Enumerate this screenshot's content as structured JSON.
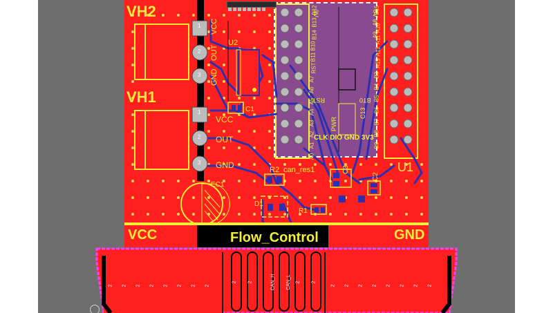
{
  "canvas": {
    "background": "#6e6e6e",
    "board_color": "#ff1f1f",
    "silk_color": "#f2ee3a",
    "trace_color": "#2b2fb0",
    "outline_color": "#ff3cff"
  },
  "connectors": {
    "vh2": {
      "ref": "VH2",
      "pin_labels": [
        "VCC",
        "OUT",
        "GND"
      ],
      "pad_numbers": [
        "1",
        "2",
        "3"
      ]
    },
    "vh1": {
      "ref": "VH1",
      "pin_labels": [
        "VCC",
        "OUT",
        "GND"
      ],
      "pad_numbers": [
        "1",
        "2",
        "3"
      ]
    }
  },
  "components": {
    "u1": "U1",
    "u2": "U2",
    "c1": "C1",
    "c2": "C2",
    "c3": "C3",
    "c13": "C13",
    "r1": "R1",
    "r2": "R2",
    "can_res": "can_res1",
    "d1": "D1",
    "ec1": "EC1"
  },
  "mcu_module": {
    "left_top_labels": [
      "B12",
      "B13",
      "B14"
    ],
    "right_top_labels": [
      "B15",
      "A8",
      "A9"
    ],
    "pin_labels": [
      "B10",
      "B11",
      "RST",
      "A7",
      "A6",
      "A5",
      "A4",
      "A3",
      "A2",
      "A1",
      "A0"
    ],
    "right_pin_labels": [
      "A10",
      "A11",
      "A12",
      "A15",
      "B3",
      "B4",
      "B5",
      "B6",
      "B7",
      "B8",
      "B9"
    ],
    "header_top": [
      "5V",
      "3V"
    ],
    "rst": "RST",
    "bt0": "BT0",
    "pwr": "PWR",
    "swd": "CLK DIO GND 3V3"
  },
  "bottom_bar": {
    "vcc": "VCC",
    "title": "Flow_Control",
    "gnd": "GND"
  },
  "edge_connector": {
    "left_pads": [
      "2",
      "2",
      "2",
      "2",
      "2",
      "2",
      "2",
      "2"
    ],
    "center_pads": [
      "2",
      "2",
      "CAN_H",
      "CAN_L",
      "2",
      "2"
    ],
    "right_pads": [
      "2",
      "2",
      "2",
      "2",
      "2",
      "2",
      "2",
      "2"
    ]
  }
}
